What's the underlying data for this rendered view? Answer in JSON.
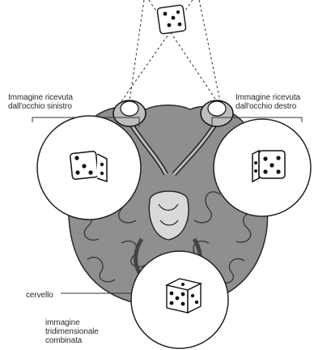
{
  "labels": {
    "left_eye": [
      "Immagine ricevuta",
      "dall'occhio sinistro"
    ],
    "right_eye": [
      "Immagine ricevuta",
      "dall'occhio destro"
    ],
    "brain": "cervello",
    "combined": [
      "immagine",
      "tridimensionale",
      "combinata"
    ]
  },
  "colors": {
    "ink": "#1a1a1a",
    "brain_fill": "#8f8f8f",
    "brain_dark": "#5c5c5c",
    "circle_fill": "#ffffff"
  }
}
